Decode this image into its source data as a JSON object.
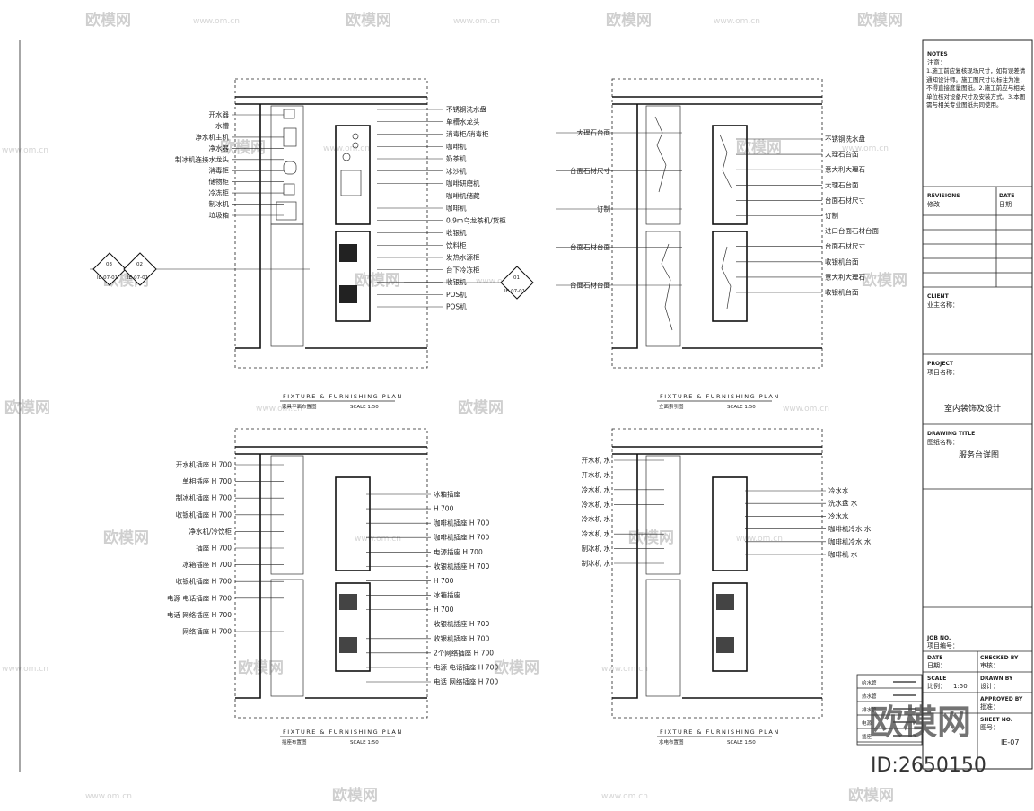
{
  "plan1": {
    "title": "FIXTURE & FURNISHING PLAN",
    "subtitle": "家具平面布置图",
    "scale": "SCALE 1:50",
    "left_labels": [
      "开水器",
      "水槽",
      "净水机主机",
      "净水器",
      "制冰机连接水龙头",
      "消毒柜",
      "储物柜",
      "冷冻柜",
      "制冰机",
      "垃圾箱"
    ],
    "right_labels": [
      "不锈钢洗水盘",
      "单槽水龙头",
      "消毒柜/消毒柜",
      "咖啡机",
      "奶茶机",
      "冰沙机",
      "咖啡研磨机",
      "咖啡机储藏",
      "咖啡机",
      "0.9m乌龙茶机/货柜",
      "收银机",
      "饮料柜",
      "发热水源柜",
      "台下冷冻柜",
      "收银机",
      "POS机",
      "POS机"
    ],
    "callouts": [
      {
        "num": "03",
        "ref": "IE-07-01"
      },
      {
        "num": "02",
        "ref": "IE-07-01"
      },
      {
        "num": "01",
        "ref": "IE-07-01"
      }
    ]
  },
  "plan2": {
    "title": "FIXTURE & FURNISHING PLAN",
    "subtitle": "立面索引图",
    "scale": "SCALE 1:50",
    "left_labels": [
      "大理石台面",
      "台面石材尺寸",
      "订制",
      "台面石材台面",
      "台面石材台面"
    ],
    "right_labels": [
      "不锈钢洗水盘",
      "大理石台面",
      "意大利大理石",
      "大理石台面",
      "台面石材尺寸",
      "订制",
      "进口台面石材台面",
      "台面石材尺寸",
      "收银机台面",
      "意大利大理石",
      "收银机台面"
    ]
  },
  "plan3": {
    "title": "FIXTURE & FURNISHING PLAN",
    "subtitle": "插座布置图",
    "scale": "SCALE 1:50",
    "left_labels": [
      "开水机插座 H 700",
      "单相插座 H 700",
      "制冰机插座 H 700",
      "收银机插座 H 700",
      "净水机/冷饮柜",
      "插座 H 700",
      "冰箱插座 H 700",
      "收银机插座 H 700",
      "电源 电话插座 H 700",
      "电话 网络插座 H 700",
      "网络插座 H 700"
    ],
    "right_labels": [
      "冰箱插座",
      "H 700",
      "咖啡机插座 H 700",
      "咖啡机插座 H 700",
      "电源插座 H 700",
      "收银机插座 H 700",
      "H 700",
      "冰箱插座",
      "H 700",
      "收银机插座 H 700",
      "收银机插座 H 700",
      "2个网络插座 H 700",
      "电源 电话插座 H 700",
      "电话 网络插座 H 700"
    ]
  },
  "plan4": {
    "title": "FIXTURE & FURNISHING PLAN",
    "subtitle": "水电布置图",
    "scale": "SCALE 1:50",
    "left_labels": [
      "开水机 水",
      "开水机 水",
      "冷水机 水",
      "冷水机 水",
      "冷水机 水",
      "冷水机 水",
      "制冰机 水",
      "制冰机 水"
    ],
    "right_labels": [
      "冷水水",
      "洗水盘 水",
      "冷水水",
      "咖啡机冷水 水",
      "咖啡机冷水 水",
      "咖啡机 水"
    ]
  },
  "title_block": {
    "notes_head": "NOTES",
    "notes_label": "注意：",
    "notes_text": "1.施工前应复核现场尺寸，如有误差请通知设计师。施工图尺寸以标注为准，不得直接度量图纸。2.施工前应与相关单位核对设备尺寸及安装方式。3.本图需与相关专业图纸共同使用。",
    "revisions_label": "REVISIONS",
    "revisions_cn": "修改",
    "date_label": "DATE",
    "date_cn": "日期",
    "client_label": "CLIENT",
    "client_cn": "业主名称：",
    "project_label": "PROJECT",
    "project_cn": "项目名称：",
    "project_name": "室内装饰及设计",
    "drawing_label": "DRAWING TITLE",
    "drawing_cn": "图纸名称：",
    "drawing_name": "服务台详图",
    "job_label": "JOB NO.",
    "job_cn": "项目编号：",
    "date2_label": "DATE",
    "date2_cn": "日期：",
    "scale_label": "SCALE",
    "scale_cn": "比例：",
    "scale_val": "1:50",
    "drawn_label": "DRAWN BY",
    "drawn_cn": "设计：",
    "checked_label": "CHECKED BY",
    "checked_cn": "审核：",
    "approved_label": "APPROVED BY",
    "approved_cn": "批准：",
    "sheet_label": "SHEET NO.",
    "sheet_cn": "图号：",
    "sheet_val": "IE-07"
  },
  "legend": {
    "rows": [
      "给水管",
      "热水管",
      "排水管",
      "电源",
      "插座"
    ]
  },
  "watermark": {
    "brand": "欧模网",
    "url": "www.om.cn",
    "big_brand": "欧模网",
    "id_text": "ID:2650150"
  }
}
